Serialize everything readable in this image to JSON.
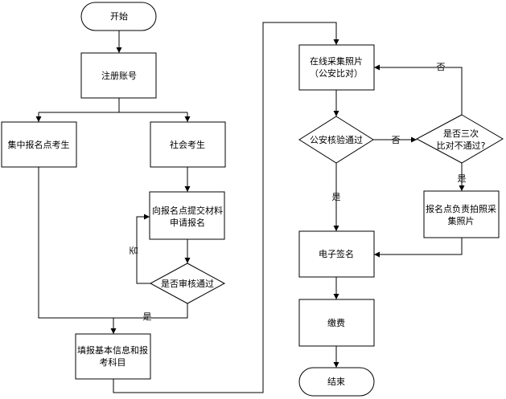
{
  "nodes": {
    "start": "开始",
    "register": "注册账号",
    "group_register": "集中报名点考生",
    "social": "社会考生",
    "submit": [
      "向报名点提交材料",
      "申请报名"
    ],
    "review": "是否审核通过",
    "fill": [
      "填报基本信息和报",
      "考科目"
    ],
    "capture": [
      "在线采集照片",
      "（公安比对）"
    ],
    "police_check": "公安核验通过",
    "three_times": [
      "是否三次",
      "比对不通过?"
    ],
    "site_photo": [
      "报名点负责拍照采",
      "集照片"
    ],
    "sign": "电子签名",
    "pay": "缴费",
    "end": "结束"
  },
  "edge_labels": {
    "review_no": "否",
    "review_yes": "是",
    "police_yes": "是",
    "police_no": "否",
    "three_no": "否",
    "three_yes": "是"
  }
}
